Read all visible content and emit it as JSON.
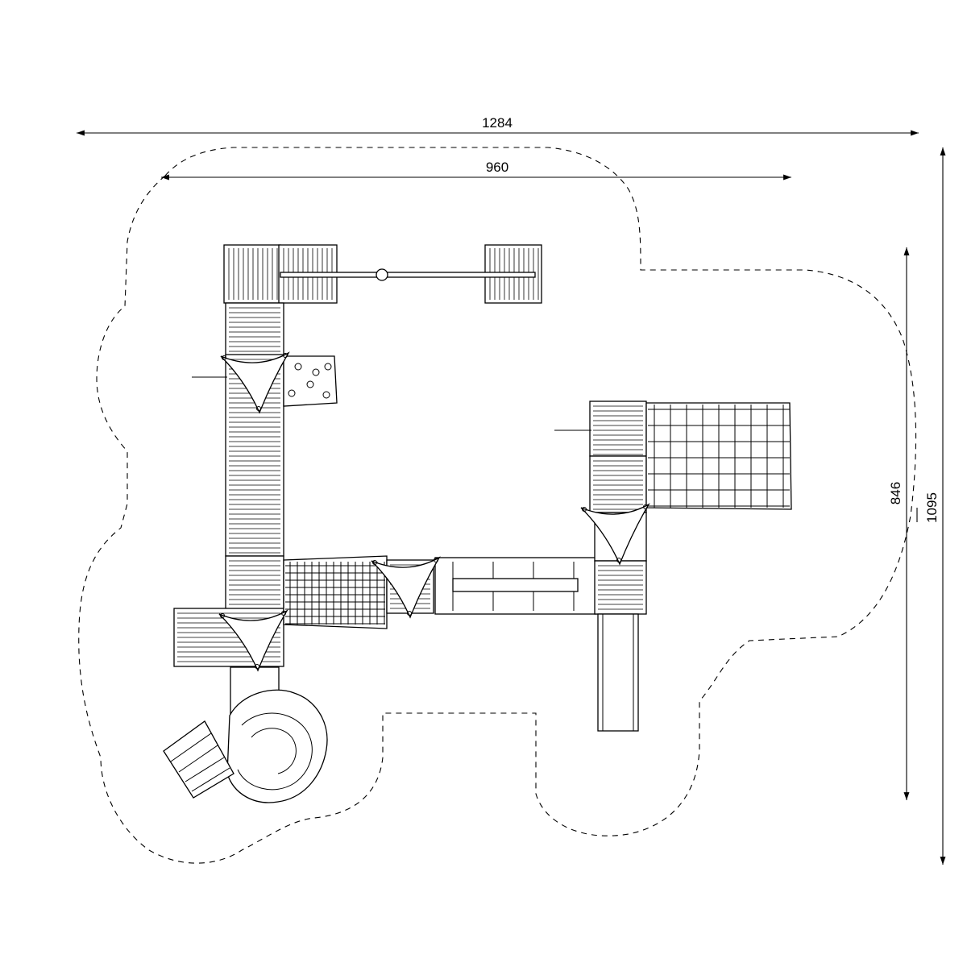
{
  "dimensions": {
    "overall_width": "1284",
    "equipment_width": "960",
    "equipment_depth": "846",
    "overall_depth": "1095"
  },
  "colors": {
    "line": "#000000",
    "background": "#ffffff"
  },
  "icons": [
    "dimension-arrow-icon",
    "bolt-icon",
    "climbing-hold-icon"
  ]
}
